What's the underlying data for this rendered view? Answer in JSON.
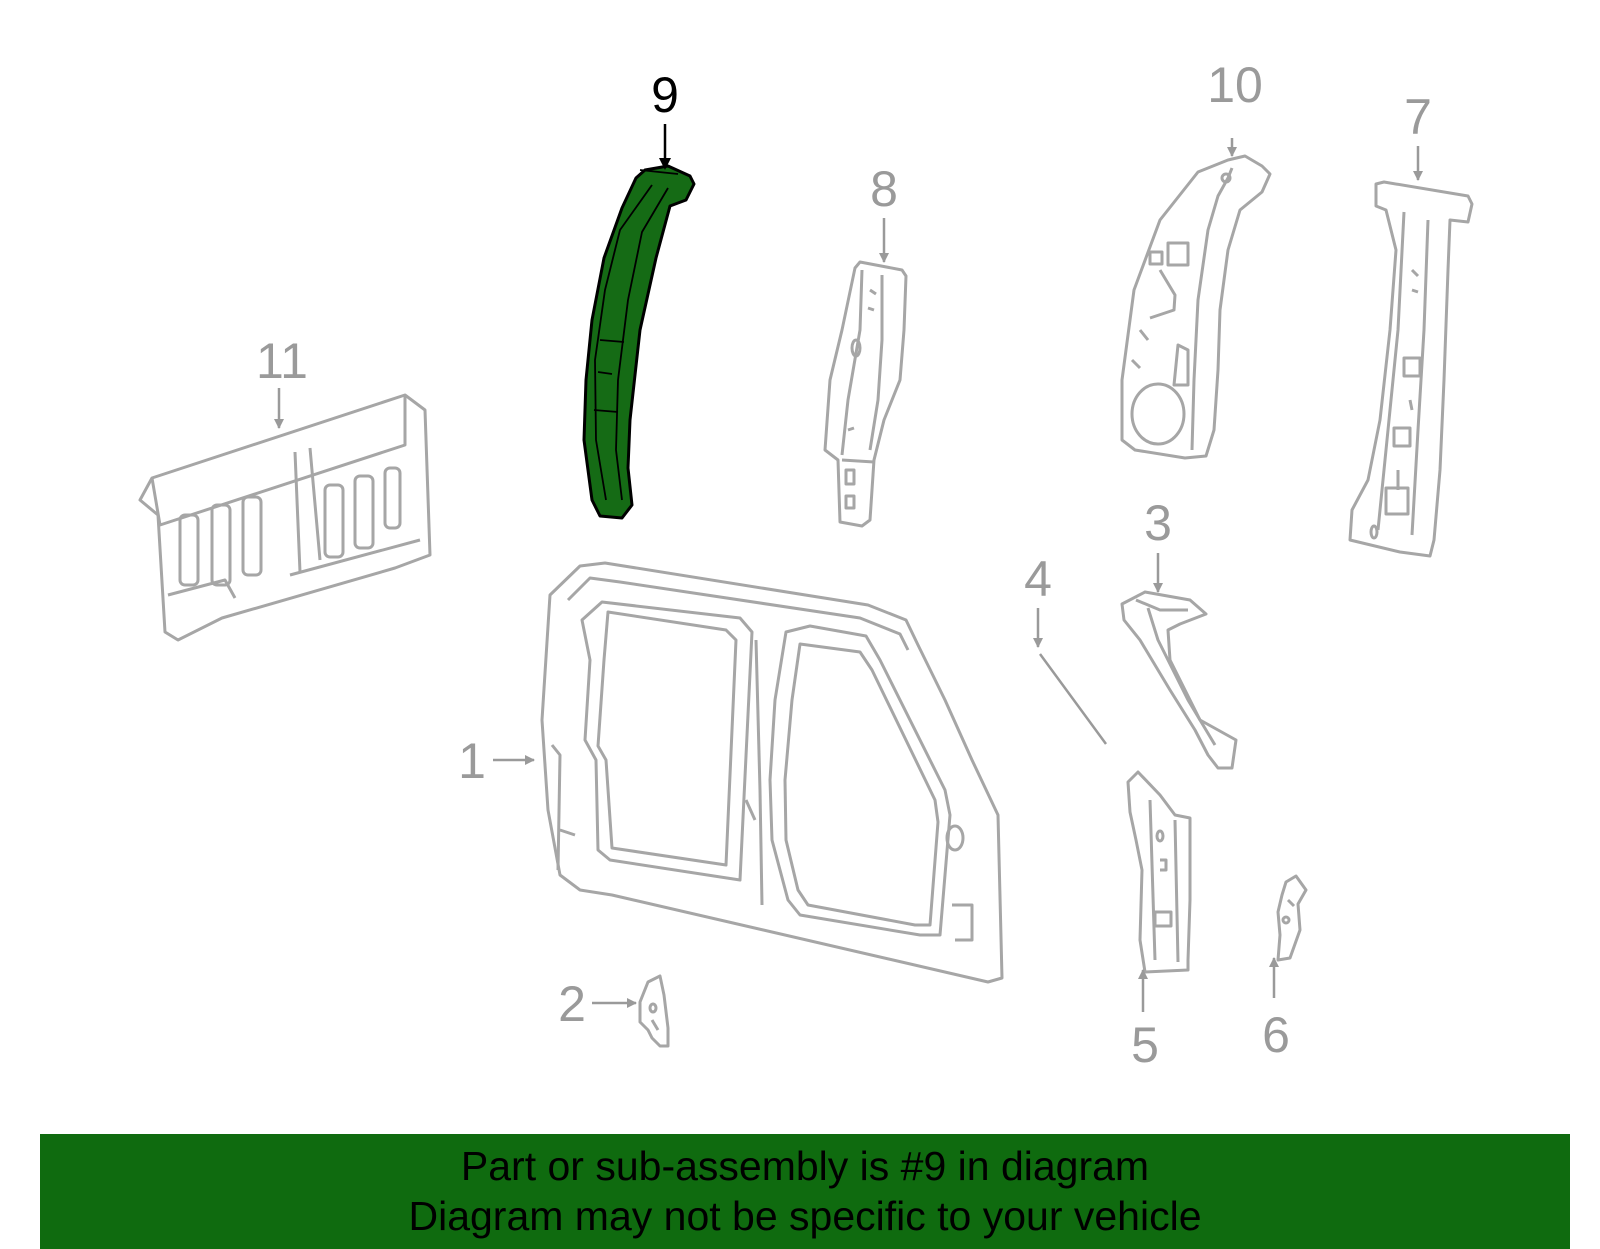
{
  "colors": {
    "part_stroke": "#a6a6a6",
    "highlight_fill": "#156b15",
    "highlight_stroke": "#000000",
    "banner_bg": "#0f6b0f",
    "label_gray": "#9a9a9a",
    "label_active": "#000000"
  },
  "highlighted_part": "9",
  "callouts": {
    "c1": "1",
    "c2": "2",
    "c3": "3",
    "c4": "4",
    "c5": "5",
    "c6": "6",
    "c7": "7",
    "c8": "8",
    "c9": "9",
    "c10": "10",
    "c11": "11"
  },
  "banner": {
    "line1": "Part or sub-assembly is #9 in diagram",
    "line2": "Diagram may not be specific to your vehicle"
  }
}
